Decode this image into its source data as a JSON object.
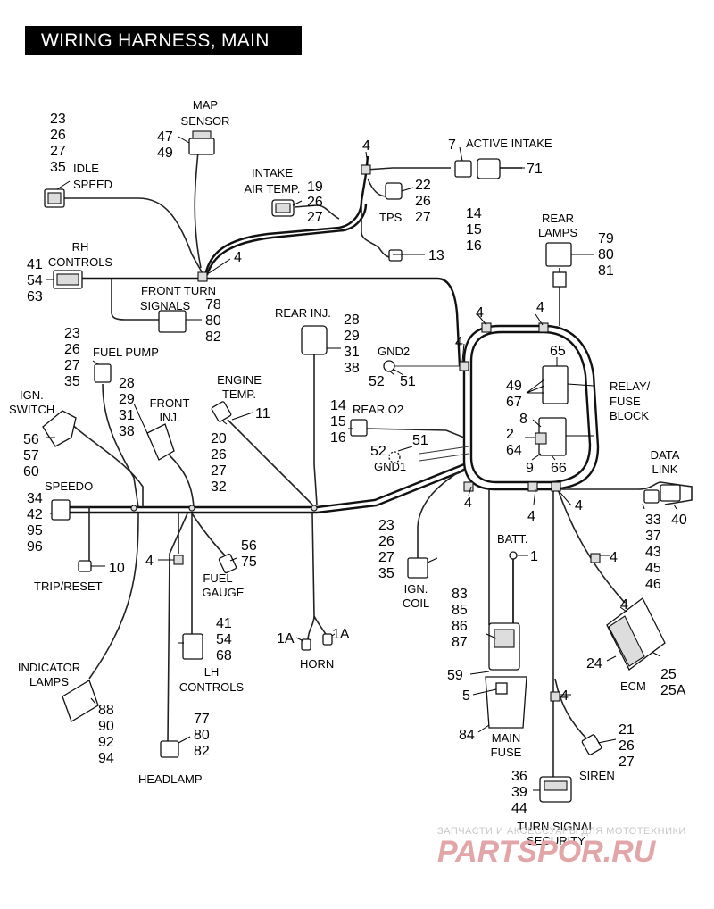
{
  "title": "WIRING HARNESS, MAIN",
  "labels": {
    "map_sensor": [
      "MAP",
      "SENSOR"
    ],
    "idle_speed": [
      "IDLE",
      "SPEED"
    ],
    "intake_air_temp": [
      "INTAKE",
      "AIR TEMP."
    ],
    "active_intake": "ACTIVE INTAKE",
    "tps": "TPS",
    "rh_controls": [
      "RH",
      "CONTROLS"
    ],
    "front_turn_signals": [
      "FRONT TURN",
      "SIGNALS"
    ],
    "rear_lamps": [
      "REAR",
      "LAMPS"
    ],
    "rear_inj": "REAR INJ.",
    "gnd2": "GND2",
    "fuel_pump": "FUEL PUMP",
    "ign_switch": [
      "IGN.",
      "SWITCH"
    ],
    "front_inj": [
      "FRONT",
      "INJ."
    ],
    "engine_temp": [
      "ENGINE",
      "TEMP."
    ],
    "rear_o2": "REAR O2",
    "relay_fuse_block": [
      "RELAY/",
      "FUSE",
      "BLOCK"
    ],
    "gnd1": "GND1",
    "data_link": [
      "DATA",
      "LINK"
    ],
    "speedo": "SPEEDO",
    "trip_reset": "TRIP/RESET",
    "fuel_gauge": [
      "FUEL",
      "GAUGE"
    ],
    "batt": "BATT.",
    "ign_coil": [
      "IGN.",
      "COIL"
    ],
    "horn": "HORN",
    "lh_controls": [
      "LH",
      "CONTROLS"
    ],
    "indicator_lamps": [
      "INDICATOR",
      "LAMPS"
    ],
    "ecm": "ECM",
    "main_fuse": [
      "MAIN",
      "FUSE"
    ],
    "siren": "SIREN",
    "headlamp": "HEADLAMP",
    "turn_signal_security": [
      "TURN SIGNAL",
      "SECURITY"
    ]
  },
  "callouts": {
    "c_23_26_27_35_idle": [
      "23",
      "26",
      "27",
      "35"
    ],
    "c_47_49": [
      "47",
      "49"
    ],
    "c_4_top": "4",
    "c_7": "7",
    "c_71": "71",
    "c_19_26_27": [
      "19",
      "26",
      "27"
    ],
    "c_22_26_27": [
      "22",
      "26",
      "27"
    ],
    "c_14_15_16_active": [
      "14",
      "15",
      "16"
    ],
    "c_13": "13",
    "c_4_rh": "4",
    "c_41_54_63": [
      "41",
      "54",
      "63"
    ],
    "c_78_80_82": [
      "78",
      "80",
      "82"
    ],
    "c_79_80_81": [
      "79",
      "80",
      "81"
    ],
    "c_28_29_31_38_rear": [
      "28",
      "29",
      "31",
      "38"
    ],
    "c_4_a": "4",
    "c_4_b": "4",
    "c_4_c": "4",
    "c_52_51_gnd2": [
      "52",
      "51"
    ],
    "c_65": "65",
    "c_49_67": [
      "49",
      "67"
    ],
    "c_8": "8",
    "c_2_64": [
      "2",
      "64"
    ],
    "c_9": "9",
    "c_66": "66",
    "c_23_26_27_35_fuel": [
      "23",
      "26",
      "27",
      "35"
    ],
    "c_28_29_31_38_front": [
      "28",
      "29",
      "31",
      "38"
    ],
    "c_11": "11",
    "c_20_26_27_32": [
      "20",
      "26",
      "27",
      "32"
    ],
    "c_14_15_16_o2": [
      "14",
      "15",
      "16"
    ],
    "c_52_51_gnd1": [
      "52",
      "51"
    ],
    "c_56_57_60": [
      "56",
      "57",
      "60"
    ],
    "c_34_42_95_96": [
      "34",
      "42",
      "95",
      "96"
    ],
    "c_10": "10",
    "c_4_d": "4",
    "c_56_75": [
      "56",
      "75"
    ],
    "c_4_e": "4",
    "c_4_f": "4",
    "c_4_g": "4",
    "c_4_h": "4",
    "c_33_37_43_45_46": [
      "33",
      "37",
      "43",
      "45",
      "46"
    ],
    "c_40": "40",
    "c_1": "1",
    "c_23_26_27_35_coil": [
      "23",
      "26",
      "27",
      "35"
    ],
    "c_83_85_86_87": [
      "83",
      "85",
      "86",
      "87"
    ],
    "c_41_54_68": [
      "41",
      "54",
      "68"
    ],
    "c_1a_left": "1A",
    "c_1a_right": "1A",
    "c_4_ecm": "4",
    "c_24": "24",
    "c_25_25a": [
      "25",
      "25A"
    ],
    "c_59": "59",
    "c_5": "5",
    "c_4_i": "4",
    "c_88_90_92_94": [
      "88",
      "90",
      "92",
      "94"
    ],
    "c_77_80_82": [
      "77",
      "80",
      "82"
    ],
    "c_84": "84",
    "c_21_26_27": [
      "21",
      "26",
      "27"
    ],
    "c_36_39_44": [
      "36",
      "39",
      "44"
    ]
  },
  "watermark": {
    "tagline": "ЗАПЧАСТИ И АКСЕССУАРЫ ДЛЯ МОТОТЕХНИКИ",
    "logo": "PARTSPOR.RU"
  }
}
